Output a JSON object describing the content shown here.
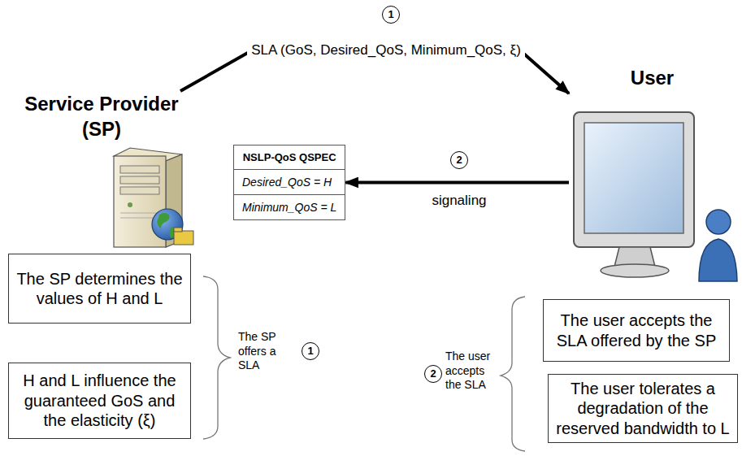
{
  "diagram": {
    "nodes": [
      {
        "text": [
          "Service Provider (SP)"
        ]
      },
      {
        "text": [
          "User"
        ]
      },
      {
        "text": [
          "NSLP-QoS QSPEC",
          "Desired_QoS = H",
          "Minimum_QoS = L"
        ]
      },
      {
        "text": [
          "The SP determines the values of H and L"
        ]
      },
      {
        "text": [
          "H and L influence the guaranteed GoS and the elasticity (ξ)"
        ]
      },
      {
        "text": [
          "The user accepts the SLA offered by the SP"
        ]
      },
      {
        "text": [
          "The user tolerates a degradation of the reserved bandwidth to L"
        ]
      }
    ],
    "edges": [
      {
        "from": 0,
        "to": 1,
        "arrow": "to",
        "label": "SLA (GoS, Desired_QoS, Minimum_QoS, ξ)"
      },
      {
        "from": 1,
        "to": 2,
        "arrow": "to",
        "label": "signaling"
      }
    ],
    "labels": [
      "1",
      "2",
      "The SP offers a SLA",
      "1",
      "2",
      "The user accepts the SLA"
    ]
  }
}
